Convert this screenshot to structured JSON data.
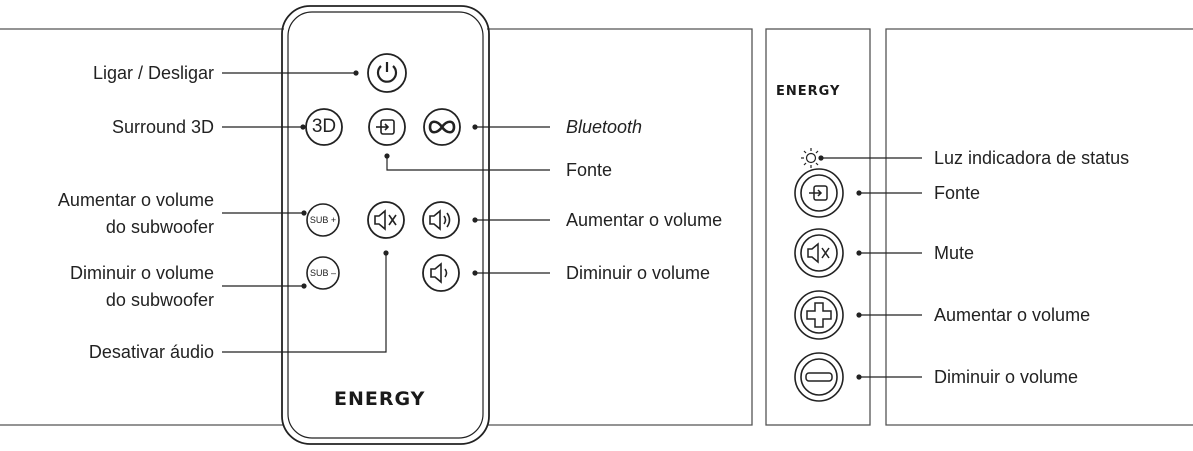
{
  "remote": {
    "brand": "ENERGY",
    "labels": {
      "power": "Ligar / Desligar",
      "surround": "Surround 3D",
      "bluetooth": "Bluetooth",
      "source": "Fonte",
      "sub_up_line1": "Aumentar o volume",
      "sub_up_line2": "do subwoofer",
      "vol_up": "Aumentar o volume",
      "sub_down_line1": "Diminuir o volume",
      "sub_down_line2": "do subwoofer",
      "vol_down": "Diminuir o volume",
      "mute": "Desativar áudio"
    },
    "button_text": {
      "three_d": "3D",
      "sub_plus": "SUB +",
      "sub_minus": "SUB –"
    }
  },
  "panel": {
    "brand": "ENERGY",
    "labels": {
      "status_light": "Luz indicadora de status",
      "source": "Fonte",
      "mute": "Mute",
      "vol_up": "Aumentar o volume",
      "vol_down": "Diminuir o volume"
    }
  },
  "colors": {
    "stroke": "#222222",
    "frame": "#555555",
    "text": "#222222"
  }
}
